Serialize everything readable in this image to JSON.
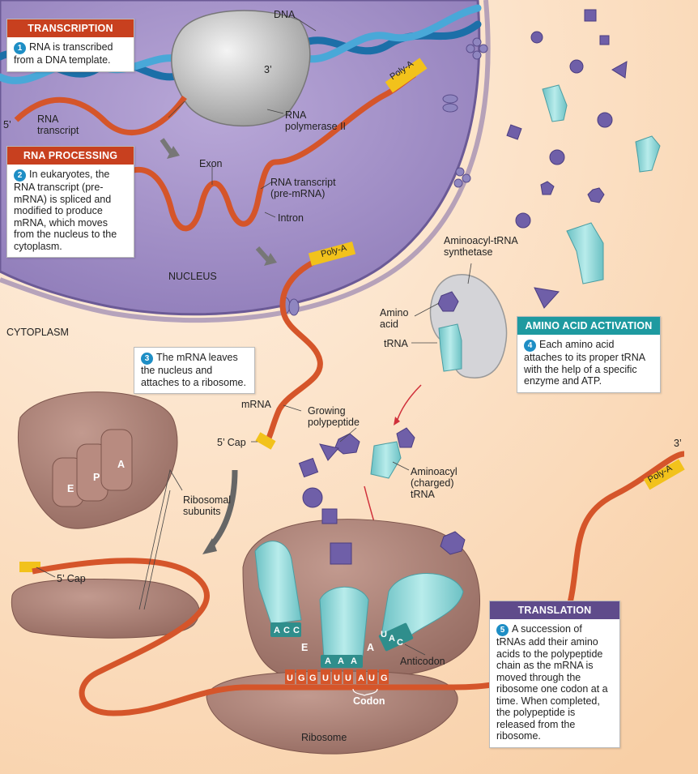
{
  "boxes": {
    "transcription": {
      "title": "TRANSCRIPTION",
      "step": "1",
      "text": "RNA is transcribed from a DNA template."
    },
    "processing": {
      "title": "RNA PROCESSING",
      "step": "2",
      "text": "In eukaryotes, the RNA transcript (pre-mRNA) is spliced and modified to produce mRNA, which moves from the nucleus to the cytoplasm."
    },
    "leaves": {
      "step": "3",
      "text": "The mRNA leaves the nucleus and attaches to a ribosome."
    },
    "activation": {
      "title": "AMINO ACID ACTIVATION",
      "step": "4",
      "text": "Each amino acid attaches to its proper tRNA with the help of a specific enzyme and ATP."
    },
    "translation": {
      "title": "TRANSLATION",
      "step": "5",
      "text": "A succession of tRNAs add their amino acids to the polypeptide chain as the mRNA is moved through the ribosome one codon at a time. When completed, the polypeptide is released from the ribosome."
    }
  },
  "labels": {
    "dna": "DNA",
    "three_prime_top": "3’",
    "five_prime": "5’",
    "rna_transcript": "RNA transcript",
    "rna_polymerase": "RNA polymerase II",
    "poly_a": "Poly-A",
    "exon": "Exon",
    "pre_mrna": "RNA transcript (pre-mRNA)",
    "intron": "Intron",
    "nucleus": "NUCLEUS",
    "cytoplasm": "CYTOPLASM",
    "synthetase": "Aminoacyl-tRNA synthetase",
    "amino_acid": "Amino acid",
    "trna": "tRNA",
    "mrna": "mRNA",
    "five_cap": "5’ Cap",
    "growing_polypeptide": "Growing polypeptide",
    "aminoacyl_trna": "Aminoacyl (charged) tRNA",
    "ribosomal_subunits": "Ribosomal subunits",
    "e_site": "E",
    "p_site": "P",
    "a_site": "A",
    "three_prime_right": "3’",
    "anticodon": "Anticodon",
    "codon": "Codon",
    "ribosome": "Ribosome",
    "anticodon_left": [
      "A",
      "C",
      "C"
    ],
    "anticodon_mid": [
      "A",
      "A",
      "A"
    ],
    "anticodon_right": [
      "U",
      "A",
      "C"
    ],
    "codons": [
      "U",
      "G",
      "G",
      "U",
      "U",
      "U",
      "A",
      "U",
      "G"
    ]
  },
  "colors": {
    "nucleus": "#a793c9",
    "rna": "#d5552a",
    "trna": "#8fd6d6",
    "ribosome": "#a97c71",
    "amino_acid": "#6f5fa8",
    "poly_a": "#f2c21b"
  }
}
